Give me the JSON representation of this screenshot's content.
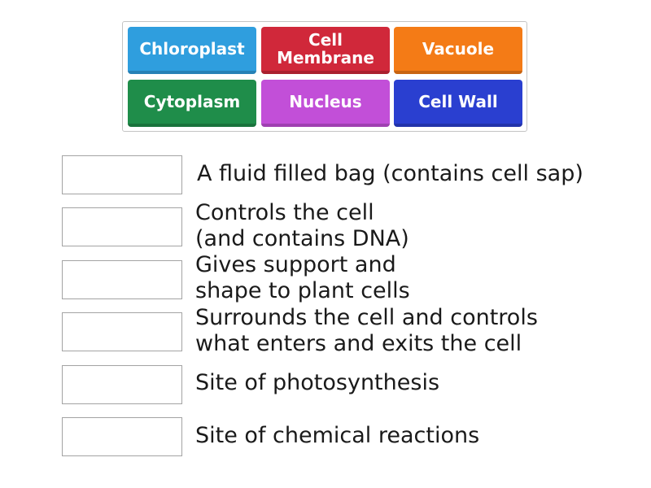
{
  "word_bank": {
    "tiles": [
      {
        "label": "Chloroplast",
        "color": "#2f9ede"
      },
      {
        "label": "Cell\nMembrane",
        "color": "#d0283a"
      },
      {
        "label": "Vacuole",
        "color": "#f47b16"
      },
      {
        "label": "Cytoplasm",
        "color": "#1f8d4a"
      },
      {
        "label": "Nucleus",
        "color": "#c24fd8"
      },
      {
        "label": "Cell Wall",
        "color": "#2a3fd0"
      }
    ]
  },
  "matches": [
    {
      "clue": "A fluid filled bag (contains cell sap)"
    },
    {
      "clue": "Controls the cell\n(and contains DNA)"
    },
    {
      "clue": "Gives support and\nshape to plant cells"
    },
    {
      "clue": "Surrounds the cell and controls\nwhat enters and exits the cell"
    },
    {
      "clue": "Site of photosynthesis"
    },
    {
      "clue": "Site of chemical reactions"
    }
  ]
}
